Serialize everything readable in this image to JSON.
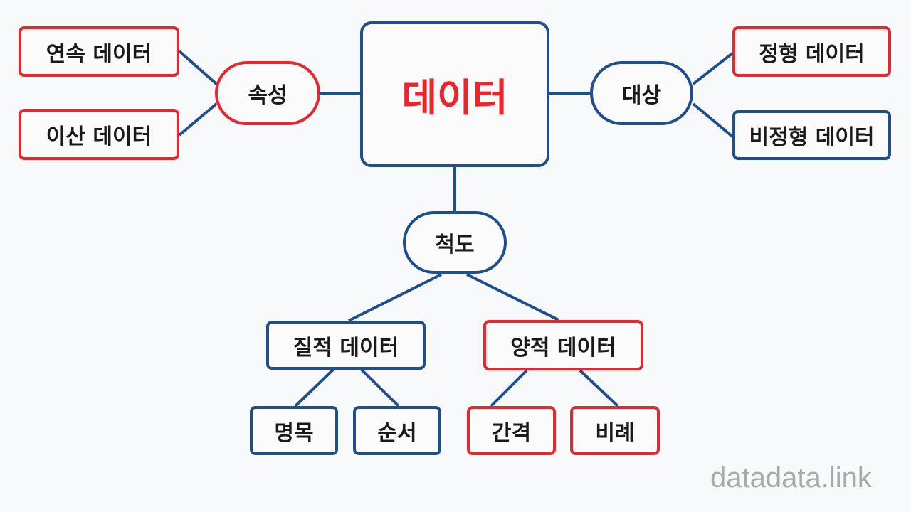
{
  "center": "데이터",
  "attribute": {
    "label": "속성",
    "children": [
      "연속 데이터",
      "이산 데이터"
    ]
  },
  "target": {
    "label": "대상",
    "children": [
      "정형 데이터",
      "비정형 데이터"
    ]
  },
  "scale": {
    "label": "척도",
    "qualitative": {
      "label": "질적 데이터",
      "children": [
        "명목",
        "순서"
      ]
    },
    "quantitative": {
      "label": "양적 데이터",
      "children": [
        "간격",
        "비례"
      ]
    }
  },
  "watermark": "datadata.link",
  "colors": {
    "blue": "#1f4e8c",
    "red": "#e8262b"
  }
}
